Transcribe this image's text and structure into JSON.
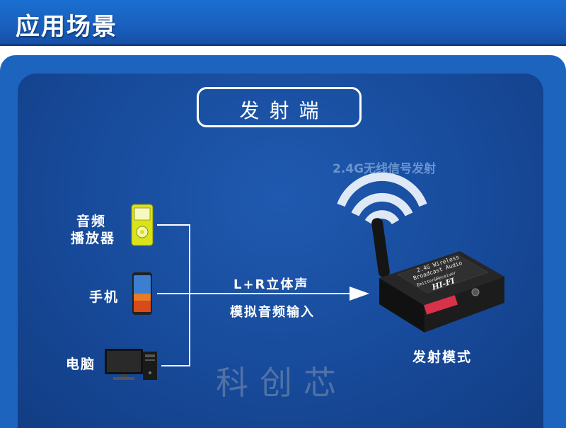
{
  "header": {
    "title": "应用场景"
  },
  "panel": {
    "mode_title": "发射端"
  },
  "sources": {
    "player": {
      "line1": "音频",
      "line2": "播放器",
      "icon": "mp3-player-icon"
    },
    "phone": {
      "label": "手机",
      "icon": "smartphone-icon"
    },
    "computer": {
      "label": "电脑",
      "icon": "desktop-computer-icon"
    }
  },
  "signal": {
    "label": "2.4G无线信号发射",
    "icon": "wireless-signal-icon"
  },
  "connection": {
    "line1": "L+R立体声",
    "line2": "模拟音频输入"
  },
  "device": {
    "caption": "发射模式",
    "face_line1": "2.4G Wireless",
    "face_line2": "Broadcast Audio",
    "face_line3": "Emitter&Receiver",
    "brand": "HI-FI",
    "icon": "transmitter-device-icon"
  },
  "watermark": "科创芯",
  "colors": {
    "header": "#1a5fbd",
    "panel": "#174a9a",
    "line": "#ffffff",
    "signal": "#6b95d0"
  }
}
